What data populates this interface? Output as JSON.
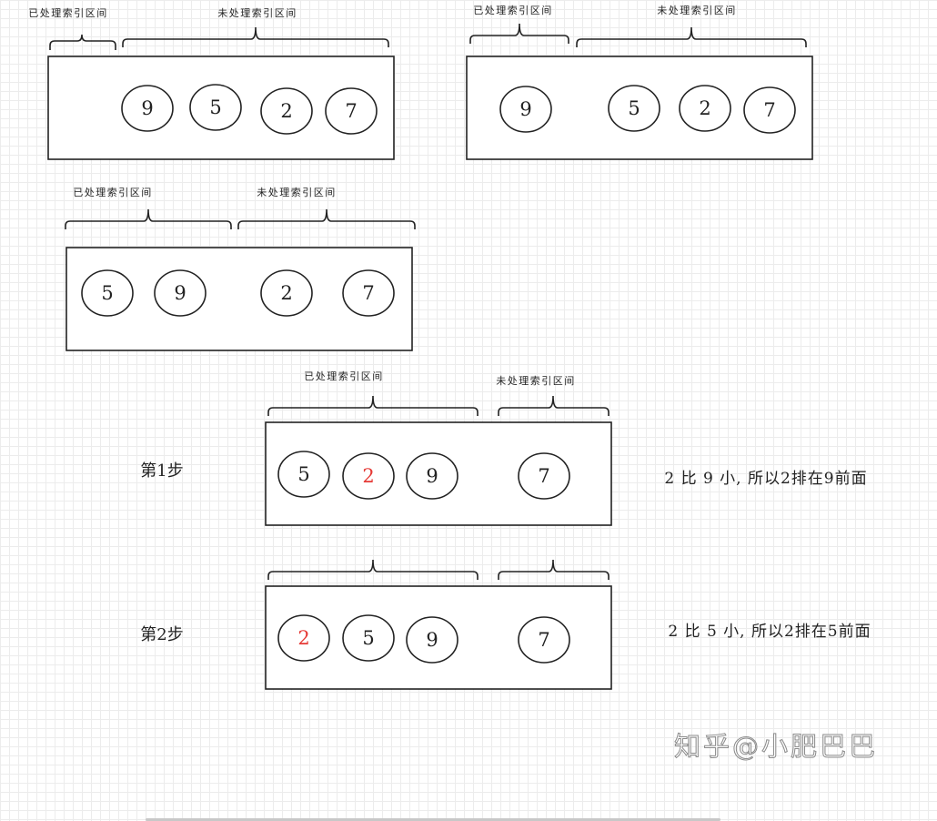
{
  "labels": {
    "processed": "已处理索引区间",
    "unprocessed": "未处理索引区间"
  },
  "panels": [
    {
      "numbers": [
        "9",
        "5",
        "2",
        "7"
      ],
      "step": "",
      "note": ""
    },
    {
      "numbers": [
        "9",
        "5",
        "2",
        "7"
      ],
      "step": "",
      "note": ""
    },
    {
      "numbers": [
        "5",
        "9",
        "2",
        "7"
      ],
      "step": "",
      "note": ""
    },
    {
      "numbers": [
        "5",
        "2",
        "9",
        "7"
      ],
      "highlight": 1,
      "step": "第1步",
      "note": "2 比 9 小, 所以2排在9前面"
    },
    {
      "numbers": [
        "2",
        "5",
        "9",
        "7"
      ],
      "highlight": 0,
      "step": "第2步",
      "note": "2 比 5 小, 所以2排在5前面"
    }
  ],
  "watermark": "知乎@小肥巴巴",
  "colors": {
    "highlight": "#e53935",
    "line": "#222222",
    "grid": "#ececec"
  }
}
